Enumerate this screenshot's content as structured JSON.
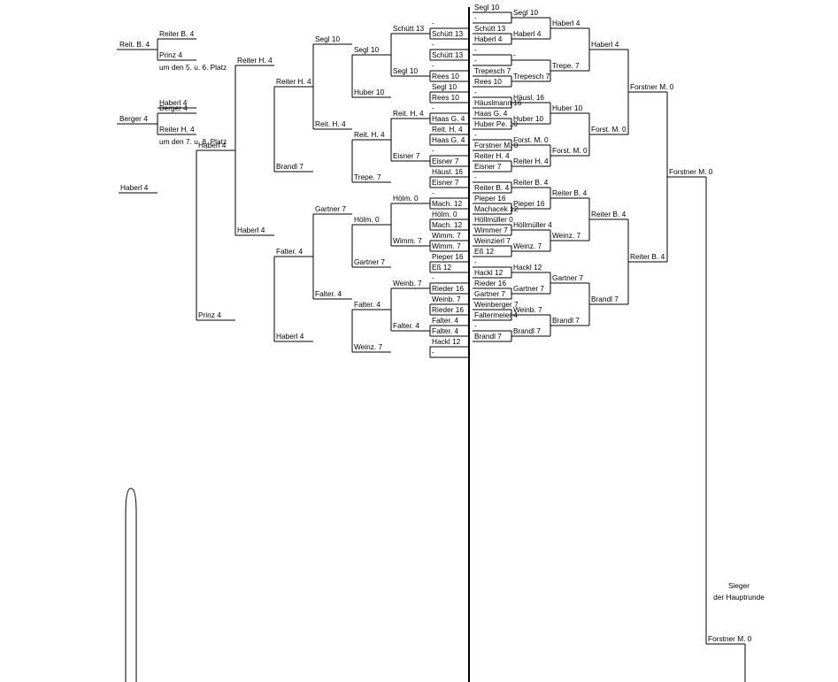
{
  "placement_5_6": {
    "left_entry": "Reit. B. 4",
    "top_entry": "Reiter B. 4",
    "bottom_entry": "Prinz 4",
    "caption": "um den 5. u. 6. Platz"
  },
  "placement_7_8": {
    "left_entry": "Berger 4",
    "top_entry": "Berger 4",
    "bottom_entry": "Reiter H. 4",
    "caption": "um den 7. u. 8. Platz"
  },
  "winner_caption": {
    "line1": "Sieger",
    "line2": "der Hauptrunde"
  },
  "left_bracket": {
    "r1": [
      "-",
      "Schütt 13",
      "-",
      "Schütt 13",
      "-",
      "Rees 10",
      "Segl 10",
      "Rees 10",
      "-",
      "Haas G. 4",
      "Reit. H. 4",
      "Haas G. 4",
      "-",
      "Eisner 7",
      "Häusl. 16",
      "Eisner 7",
      "-",
      "Mach. 12",
      "Hölm. 0",
      "Mach. 12",
      "Wimm. 7",
      "Wimm. 7",
      "Pieper 16",
      "Eß 12",
      "-",
      "Rieder 16",
      "Weinb. 7",
      "Rieder 16",
      "Falter. 4",
      "Falter. 4",
      "Hackl 12",
      "-"
    ],
    "r2": [
      "Schütt 13",
      "Segl 10",
      "Reit. H. 4",
      "Eisner 7",
      "Hölm. 0",
      "Wimm. 7",
      "Weinb. 7",
      "Falter. 4"
    ],
    "r3": [
      "Segl 10",
      "Huber 10",
      "Reit. H. 4",
      "Trepe. 7",
      "Hölm. 0",
      "Gartner 7",
      "Falter. 4",
      "Weinz. 7"
    ],
    "r4": [
      "Segl 10",
      "Reit. H. 4",
      "Gartner 7",
      "Falter. 4"
    ],
    "r5": [
      "Reiter H. 4",
      "Brandl 7",
      "Falter. 4",
      "Haberl 4"
    ],
    "r6": [
      "Reiter H. 4",
      "Haberl 4"
    ],
    "r7": [
      "Haberl 4",
      "Prinz 4"
    ],
    "r8": [
      "Haberl 4"
    ],
    "r9": [
      "Haberl 4"
    ]
  },
  "right_bracket": {
    "r1": [
      "Segl 10",
      "-",
      "Schütt 13",
      "Haberl 4",
      "-",
      "-",
      "Trepesch 7",
      "Rees 10",
      "-",
      "Häuslmann 16",
      "Haas G. 4",
      "Huber Pe. 10",
      "-",
      "Forstner M. 0",
      "Reiter H. 4",
      "Eisner 7",
      "-",
      "Reiter B. 4",
      "Pieper 16",
      "Machacek 12",
      "Höllmüller 0",
      "Wimmer 7",
      "Weinzierl 7",
      "Eß 12",
      "-",
      "Hackl 12",
      "Rieder 16",
      "Gartner 7",
      "Weinberger 7",
      "Faltermeier 4",
      "-",
      "Brandl 7"
    ],
    "r2": [
      "Segl 10",
      "Haberl 4",
      "-",
      "Trepesch 7",
      "Häusl. 16",
      "Huber 10",
      "Forst. M. 0",
      "Reiter H. 4",
      "Reiter B. 4",
      "Pieper 16",
      "Höllmüller 4",
      "Weinz. 7",
      "Hackl 12",
      "Gartner 7",
      "Weinb. 7",
      "Brandl 7"
    ],
    "r3": [
      "Haberl 4",
      "Trepe. 7",
      "Huber 10",
      "Forst. M. 0",
      "Reiter B. 4",
      "Weinz. 7",
      "Gartner 7",
      "Brandl 7"
    ],
    "r4": [
      "Haberl 4",
      "Forst. M. 0",
      "Reiter B. 4",
      "Brandl 7"
    ],
    "r5": [
      "Forstner M. 0",
      "Reiter B. 4"
    ],
    "r6": [
      "Forstner M. 0"
    ],
    "r7": [
      "Forstner M. 0"
    ]
  }
}
